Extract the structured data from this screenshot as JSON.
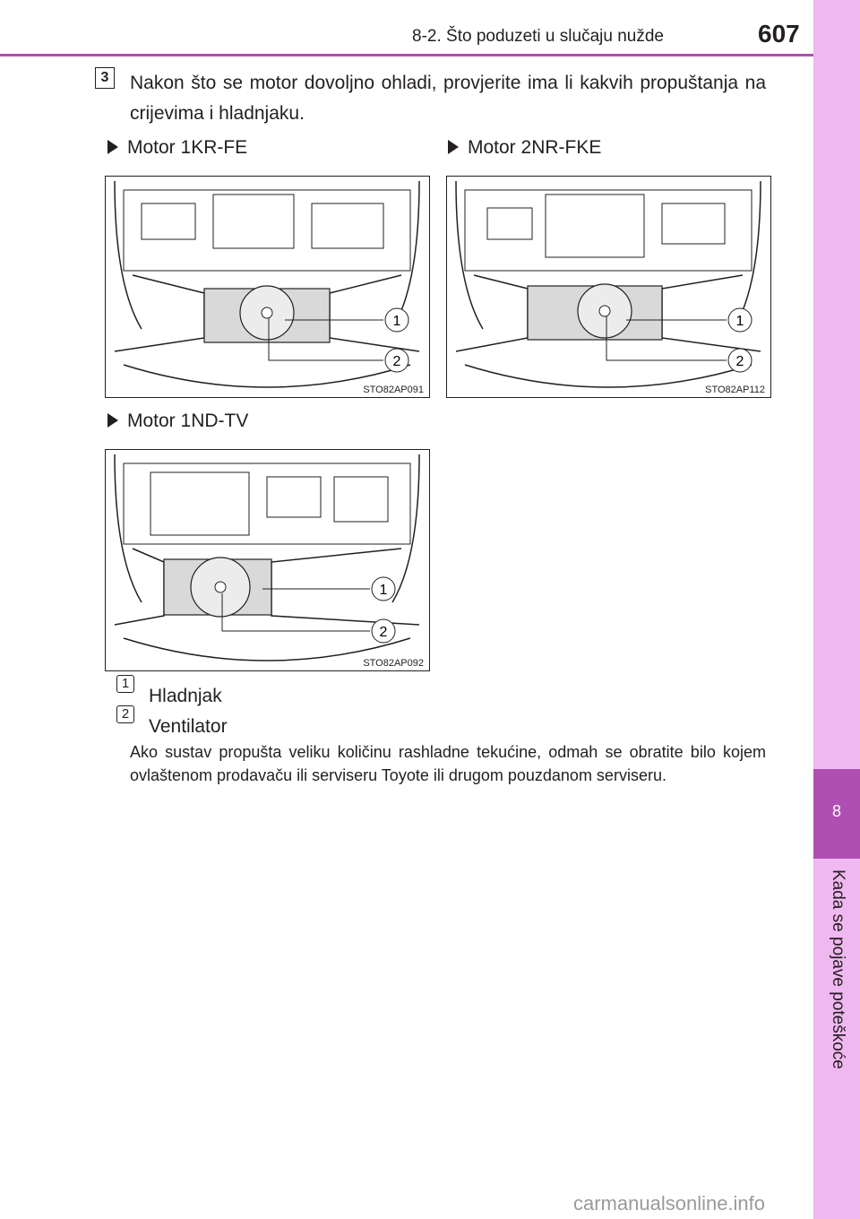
{
  "header": {
    "section": "8-2. Što poduzeti u slučaju nužde",
    "page_number": "607"
  },
  "side_tab": {
    "chapter_number": "8",
    "chapter_title": "Kada se pojave poteškoće"
  },
  "step": {
    "number": "3",
    "text": "Nakon što se motor dovoljno ohladi, provjerite ima li kakvih propuštanja na crijevima i hladnjaku."
  },
  "figures": [
    {
      "label": "Motor 1KR-FE",
      "code": "STO82AP091",
      "callouts": [
        "1",
        "2"
      ]
    },
    {
      "label": "Motor 2NR-FKE",
      "code": "STO82AP112",
      "callouts": [
        "1",
        "2"
      ]
    },
    {
      "label": "Motor 1ND-TV",
      "code": "STO82AP092",
      "callouts": [
        "1",
        "2"
      ]
    }
  ],
  "legend": [
    {
      "number": "1",
      "text": "Hladnjak"
    },
    {
      "number": "2",
      "text": "Ventilator"
    }
  ],
  "note": "Ako sustav propušta veliku količinu rashladne tekućine, odmah se obratite bilo kojem ovlaštenom prodavaču ili serviseru Toyote ili drugom pouzdanom serviseru.",
  "watermark": "carmanualsonline.info"
}
